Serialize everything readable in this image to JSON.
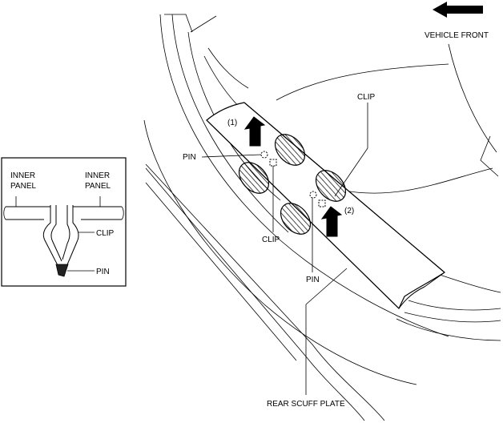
{
  "labels": {
    "vehicle_front": "VEHICLE FRONT",
    "clip_top": "CLIP",
    "pin_left": "PIN",
    "clip_mid": "CLIP",
    "pin_right": "PIN",
    "rear_scuff_plate": "REAR SCUFF PLATE",
    "callout_1": "(1)",
    "callout_2": "(2)"
  },
  "inset": {
    "inner_panel_left_1": "INNER",
    "inner_panel_left_2": "PANEL",
    "inner_panel_right_1": "INNER",
    "inner_panel_right_2": "PANEL",
    "clip": "CLIP",
    "pin": "PIN"
  }
}
